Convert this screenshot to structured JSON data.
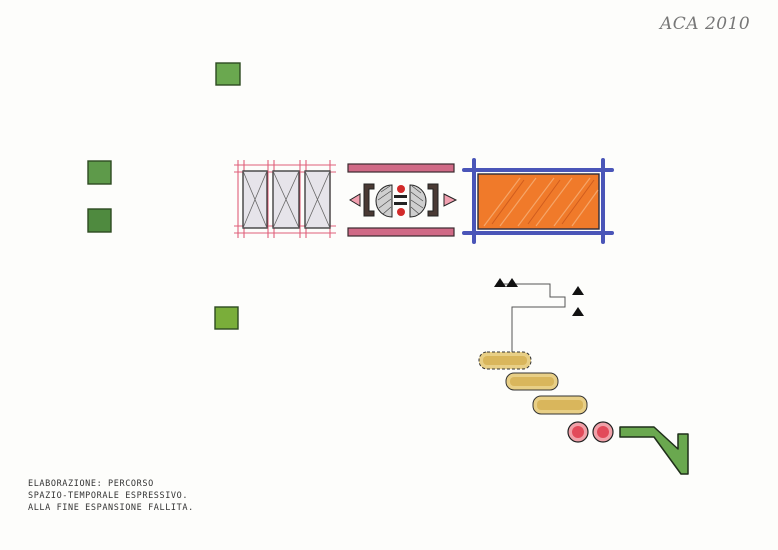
{
  "signature": "ACA 2010",
  "caption": {
    "line1": "ELABORAZIONE: PERCORSO",
    "line2": "SPAZIO-TEMPORALE ESPRESSIVO.",
    "line3": "ALLA FINE ESPANSIONE FALLITA."
  },
  "colors": {
    "green": "#6aa84f",
    "dark_green": "#4f7f3a",
    "red_pink": "#d9506a",
    "orange": "#f07a2a",
    "blue": "#4a55b8",
    "yellow": "#e2c36a",
    "ink": "#222222"
  }
}
